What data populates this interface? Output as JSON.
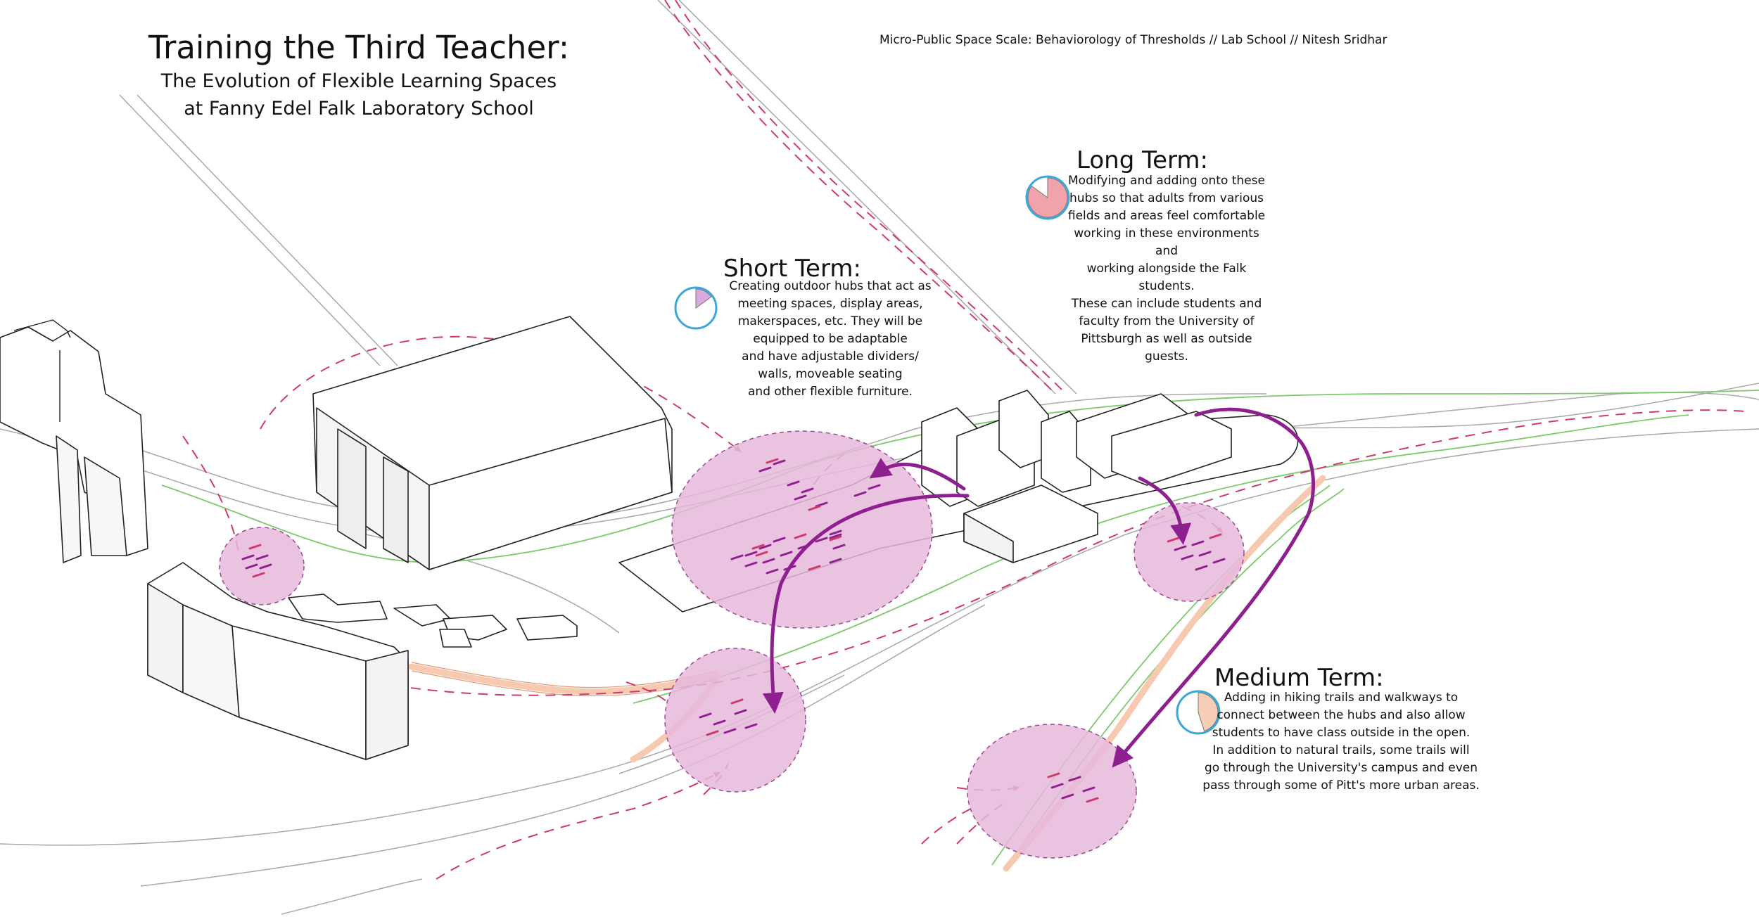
{
  "header": {
    "title": "Training the Third Teacher:",
    "subtitle_line1": "The Evolution of Flexible Learning Spaces",
    "subtitle_line2": "at Fanny Edel Falk Laboratory School",
    "credit": "Micro-Public Space Scale:  Behaviorology of Thresholds // Lab School // Nitesh Sridhar"
  },
  "short_term": {
    "heading": "Short Term:",
    "lines": [
      "Creating outdoor hubs that act as",
      "meeting spaces, display areas,",
      "makerspaces, etc. They will be",
      "equipped to be adaptable",
      "and have adjustable dividers/",
      "walls, moveable seating",
      "and other flexible furniture."
    ],
    "progress_fraction": 0.15
  },
  "long_term": {
    "heading": "Long Term:",
    "lines": [
      "Modifying and adding onto these",
      "hubs so that adults from various",
      "fields and areas feel comfortable",
      "working in these environments and",
      "working alongside the Falk students.",
      "These can include students and",
      "faculty from the University of",
      "Pittsburgh as well as outside guests."
    ],
    "progress_fraction": 0.85
  },
  "medium_term": {
    "heading": "Medium Term:",
    "lines": [
      "Adding in hiking trails and walkways to",
      "connect between the hubs and also allow",
      "students to have class outside in the open.",
      "In addition to natural trails, some trails will",
      "go through the University's campus and even",
      "pass through some of Pitt's more urban areas."
    ],
    "progress_fraction": 0.45
  },
  "colors": {
    "hub_fill": "#e6b8dc",
    "hub_stroke": "#9b4a90",
    "arrow": "#8e1f8e",
    "dash_path": "#d03a6a",
    "trail": "#f7c9b0",
    "green_path": "#7cc86a",
    "building_line": "#222222",
    "gauge_ring": "#3aa7d8",
    "short_fill": "#dba8e0",
    "long_fill": "#f0a3aa",
    "medium_fill": "#f6cdb5"
  }
}
